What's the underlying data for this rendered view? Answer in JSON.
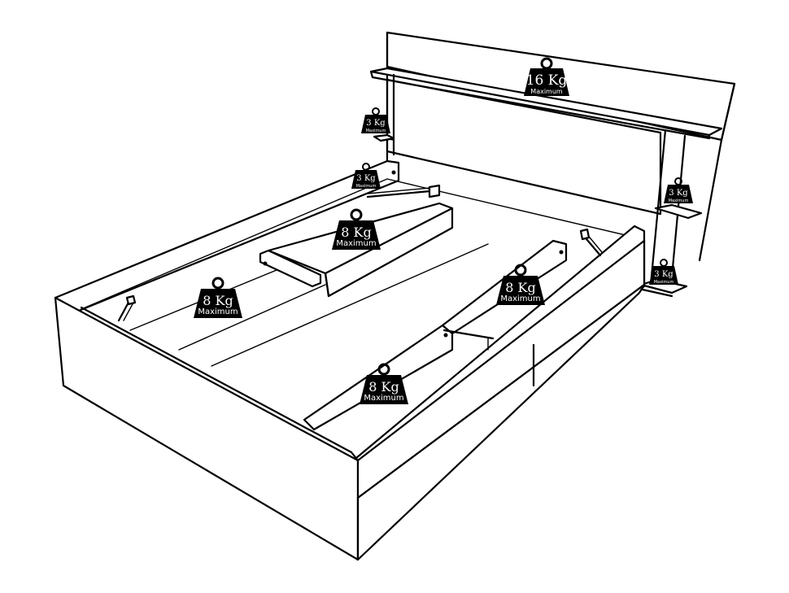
{
  "diagram": {
    "weights": [
      {
        "id": "headboard-top-shelf",
        "value": "16 Kg",
        "sub": "Maximum"
      },
      {
        "id": "left-upper-shelf",
        "value": "3 Kg",
        "sub": "Maximum"
      },
      {
        "id": "left-lower-shelf",
        "value": "3 Kg",
        "sub": "Maximum"
      },
      {
        "id": "right-upper-shelf",
        "value": "3 Kg",
        "sub": "Maximum"
      },
      {
        "id": "right-lower-shelf",
        "value": "3 Kg",
        "sub": "Maximum"
      },
      {
        "id": "back-storage-box",
        "value": "8 Kg",
        "sub": "Maximum"
      },
      {
        "id": "left-storage-compartment",
        "value": "8 Kg",
        "sub": "Maximum"
      },
      {
        "id": "right-storage-compartment",
        "value": "8 Kg",
        "sub": "Maximum"
      },
      {
        "id": "front-storage-drawer",
        "value": "8 Kg",
        "sub": "Maximum"
      }
    ]
  }
}
